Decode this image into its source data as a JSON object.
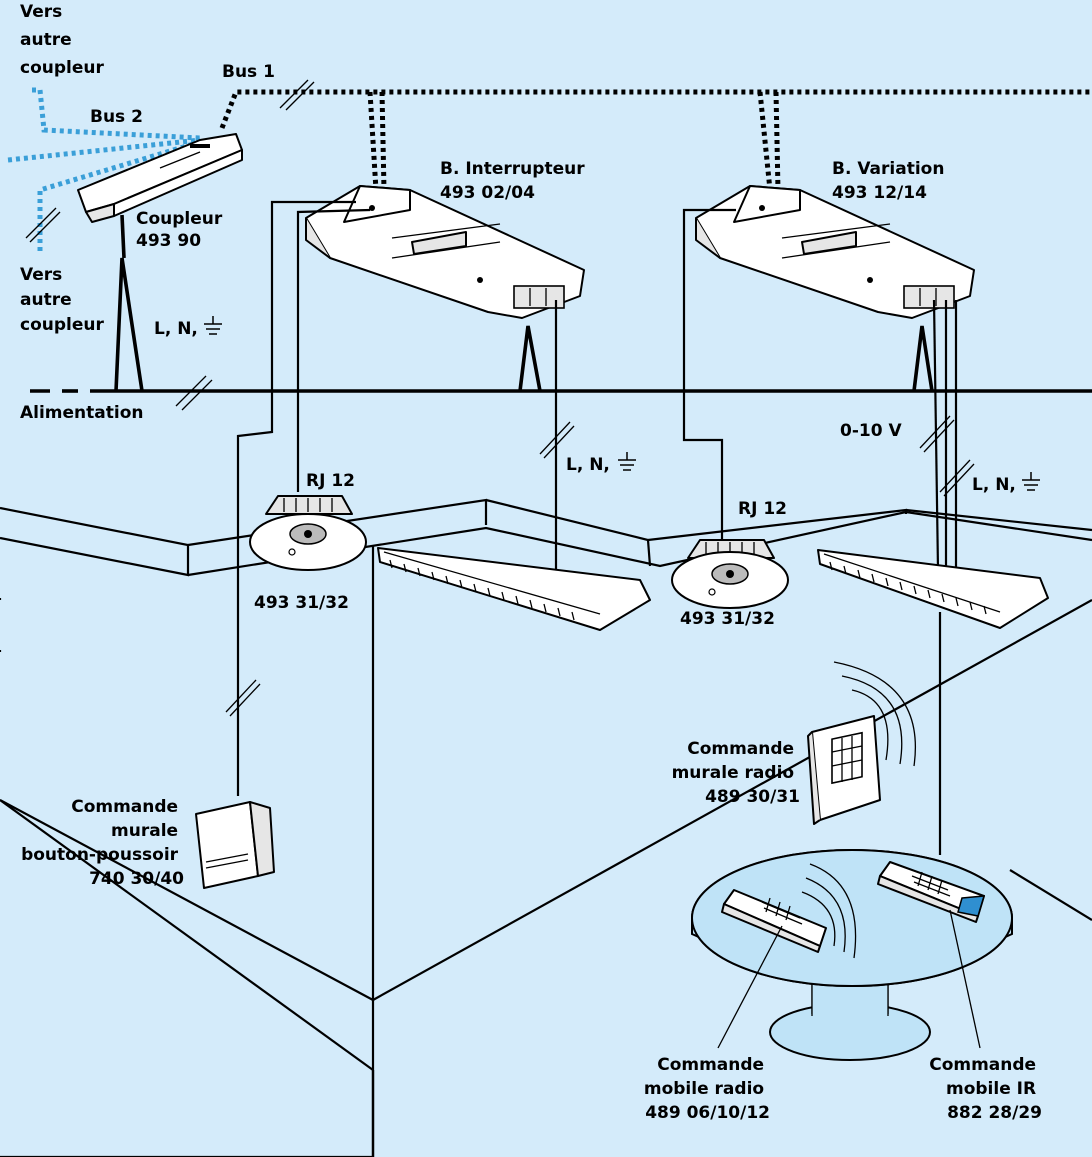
{
  "labels": {
    "vers_autre_coupleur_top": [
      "Vers",
      "autre",
      "coupleur"
    ],
    "bus1": "Bus 1",
    "bus2": "Bus 2",
    "coupleur": [
      "Coupleur",
      "493 90"
    ],
    "vers_autre_coupleur_bottom": [
      "Vers",
      "autre",
      "coupleur"
    ],
    "lne_coupleur": "L, N,",
    "alimentation": "Alimentation",
    "b_interrupteur": [
      "B. Interrupteur",
      "493 02/04"
    ],
    "b_variation": [
      "B. Variation",
      "493 12/14"
    ],
    "lne_interrupteur": "L, N,",
    "zero_ten_v": "0-10 V",
    "lne_variation": "L, N,",
    "rj12_left": "RJ 12",
    "rj12_right": "RJ 12",
    "detector_left": "493 31/32",
    "detector_right": "493 31/32",
    "commande_murale_radio": [
      "Commande",
      "murale radio",
      "489 30/31"
    ],
    "commande_murale_bp": [
      "Commande",
      "murale",
      "bouton-poussoir",
      "740 30/40"
    ],
    "commande_mobile_radio": [
      "Commande",
      "mobile radio",
      "489 06/10/12"
    ],
    "commande_mobile_ir": [
      "Commande",
      "mobile IR",
      "882 28/29"
    ]
  },
  "colors": {
    "background": "#d4ebfa",
    "bus2": "#3a9fd8",
    "table_top": "#bfe3f7",
    "ir_tip": "#2f8fd0"
  }
}
